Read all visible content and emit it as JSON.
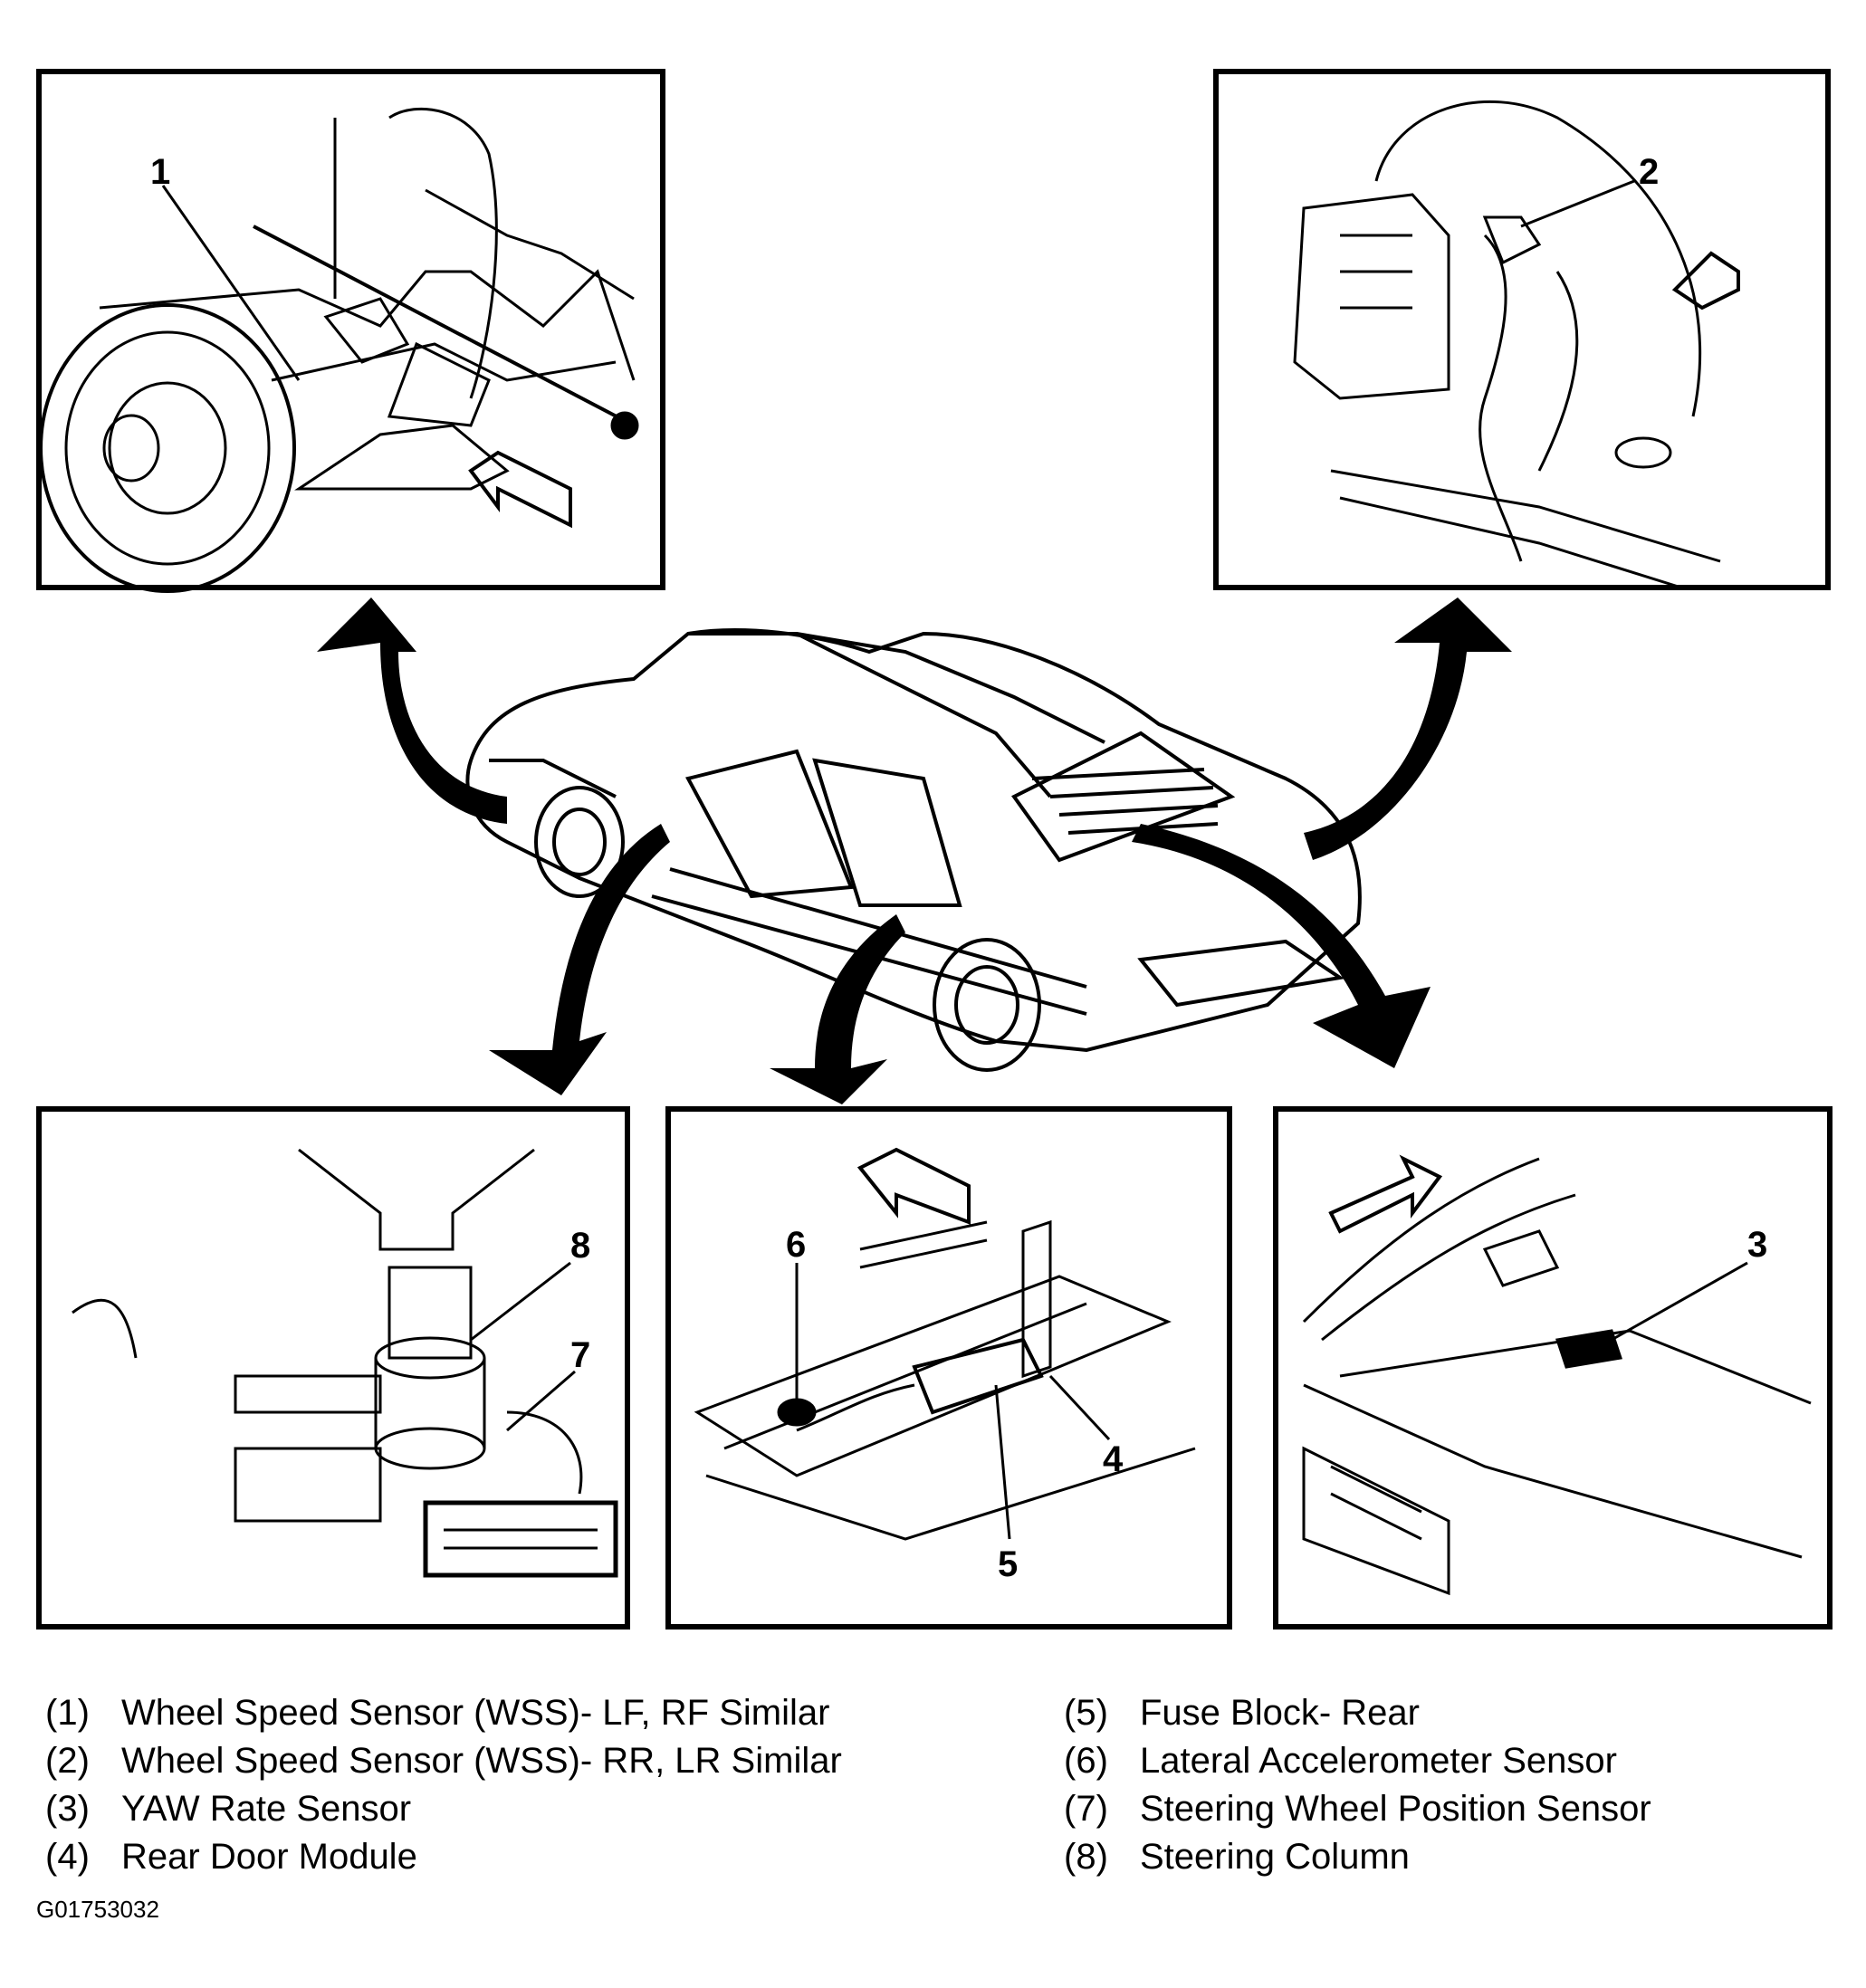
{
  "callouts": {
    "c1": "1",
    "c2": "2",
    "c3": "3",
    "c4": "4",
    "c5": "5",
    "c6": "6",
    "c7": "7",
    "c8": "8"
  },
  "legend": {
    "left": [
      {
        "num": "(1)",
        "text": "Wheel Speed Sensor (WSS)- LF, RF Similar"
      },
      {
        "num": "(2)",
        "text": "Wheel Speed Sensor (WSS)- RR, LR Similar"
      },
      {
        "num": "(3)",
        "text": "YAW Rate Sensor"
      },
      {
        "num": "(4)",
        "text": "Rear Door Module"
      }
    ],
    "right": [
      {
        "num": "(5)",
        "text": "Fuse Block- Rear"
      },
      {
        "num": "(6)",
        "text": "Lateral Accelerometer Sensor"
      },
      {
        "num": "(7)",
        "text": "Steering Wheel Position Sensor"
      },
      {
        "num": "(8)",
        "text": "Steering Column"
      }
    ]
  },
  "figure_id": "G01753032",
  "colors": {
    "ink": "#000000",
    "paper": "#ffffff"
  }
}
